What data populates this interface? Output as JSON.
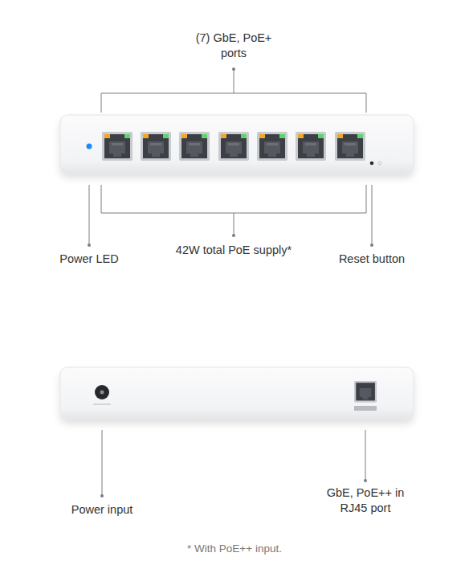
{
  "diagram": {
    "caption": "* With PoE++ input.",
    "labels": [
      "(7) GbE, PoE+ ports",
      "42W total PoE supply*",
      "Power LED",
      "Reset button",
      "Power input",
      "GbE, PoE++ in RJ45 port"
    ]
  }
}
